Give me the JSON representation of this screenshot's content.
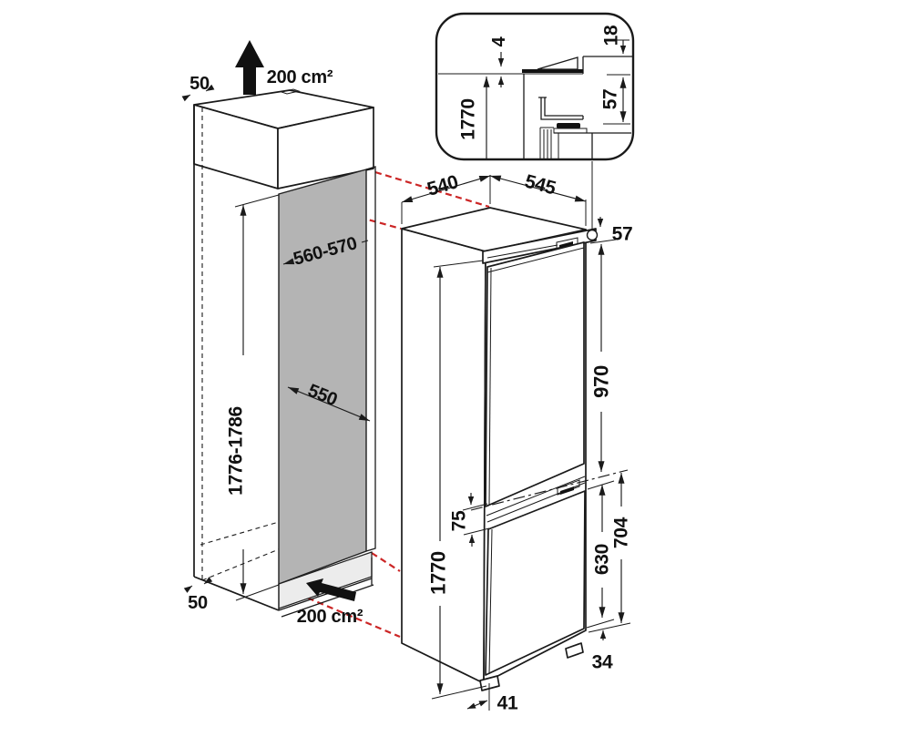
{
  "colors": {
    "line": "#1a1a1a",
    "projection_red": "#cc2626",
    "niche_panel": "#b4b4b4",
    "niche_floor": "#ececec"
  },
  "detail_inset": {
    "gap_top": "4",
    "worktop_thickness": "18",
    "appliance_height": "1770",
    "top_rail_height": "57"
  },
  "niche": {
    "rear_gap_top": "50",
    "vent_area_top": "200 cm²",
    "depth_range": "560-570",
    "width": "550",
    "height_range": "1776-1786",
    "rear_gap_bottom": "50",
    "vent_area_bottom": "200 cm²"
  },
  "appliance": {
    "depth": "540",
    "width": "545",
    "top_rail_height": "57",
    "upper_door_height": "970",
    "center_rail_height": "75",
    "lower_section_height": "704",
    "lower_door_height": "630",
    "bottom_clearance": "34",
    "plinth_depth": "41",
    "height": "1770"
  }
}
